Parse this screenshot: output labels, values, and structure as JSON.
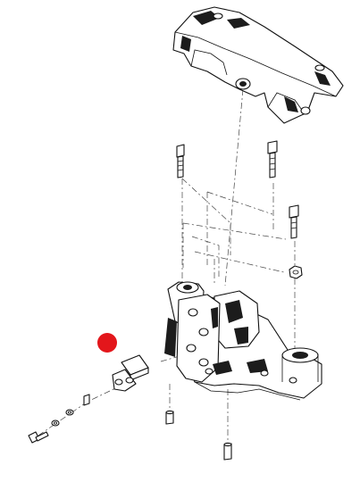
{
  "diagram": {
    "kind": "exploded-parts-view",
    "marker_color": "#e3161b",
    "line_color": "#111111",
    "parts": [
      "upper-crossmember",
      "long-bolt",
      "long-bolt",
      "short-bolt",
      "hex-nut",
      "bracket-assembly",
      "pin-with-plate",
      "small-screw",
      "washer",
      "washer",
      "screw",
      "dowel-sleeve",
      "dowel-sleeve"
    ]
  }
}
